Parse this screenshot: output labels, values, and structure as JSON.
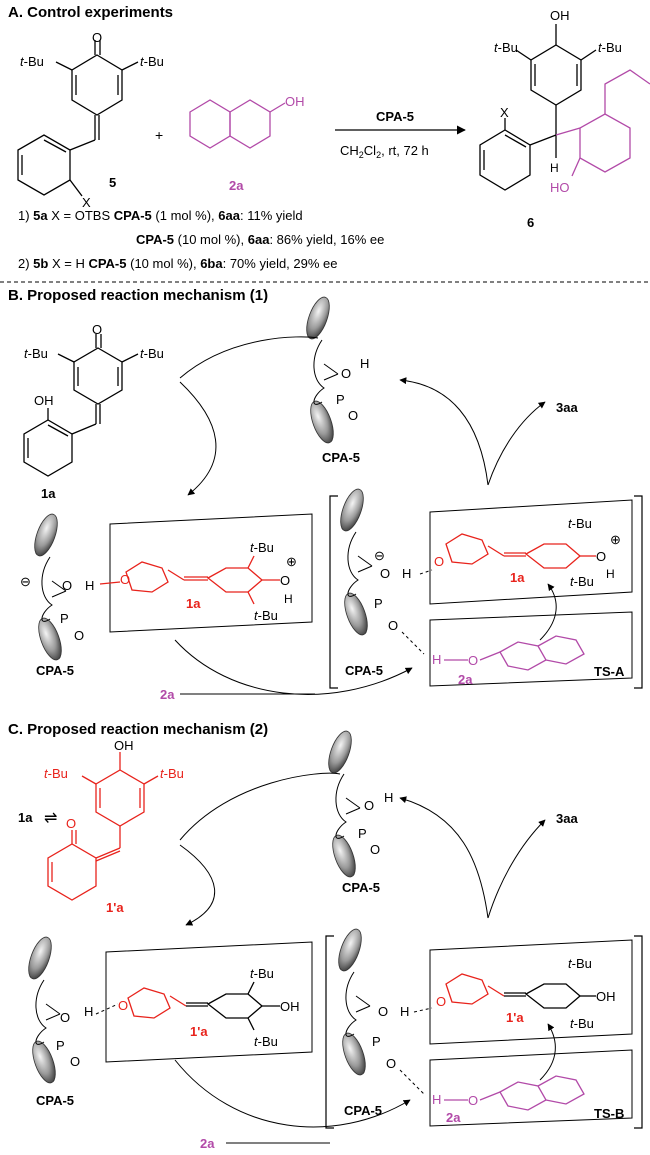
{
  "sections": {
    "a_title": "A. Control experiments",
    "b_title": "B. Proposed reaction mechanism (1)",
    "c_title": "C. Proposed reaction mechanism (2)"
  },
  "groups": {
    "tbu": "t-Bu",
    "t": "t",
    "bu": "-Bu",
    "oh": "OH",
    "o": "O",
    "h": "H",
    "x": "X",
    "ho": "HO",
    "p": "P",
    "plus": "+",
    "cation": "⊕",
    "anion": "⊖",
    "equilibrium": "⇌"
  },
  "compounds": {
    "c5": "5",
    "c2a": "2a",
    "c6": "6",
    "c1a": "1a",
    "c1pa": "1'a",
    "c3aa": "3aa",
    "cpa5": "CPA-5",
    "tsa": "TS-A",
    "tsb": "TS-B"
  },
  "conditions": {
    "catalyst": "CPA-5",
    "solvent_pre": "CH",
    "solvent_sub1": "2",
    "solvent_mid": "Cl",
    "solvent_sub2": "2",
    "solvent_post": ", rt, 72 h"
  },
  "experiments": {
    "e1_prefix": "1) ",
    "e1_sub": "5a",
    "e1_x": " X = OTBS  ",
    "e1_cat": "CPA-5",
    "e1_load": " (1 mol %), ",
    "e1_prod": "6aa",
    "e1_res": ": 11% yield",
    "e1b_cat": "CPA-5",
    "e1b_load": " (10 mol %), ",
    "e1b_prod": "6aa",
    "e1b_res": ": 86% yield, 16% ee",
    "e2_prefix": "2) ",
    "e2_sub": "5b",
    "e2_x": " X = H        ",
    "e2_cat": "CPA-5",
    "e2_load": " (10 mol %), ",
    "e2_prod": "6ba",
    "e2_res": ": 70% yield, 29% ee"
  },
  "colors": {
    "black": "#000000",
    "red": "#e8231c",
    "magenta": "#b24aa8",
    "gray": "#8a8a8a"
  }
}
